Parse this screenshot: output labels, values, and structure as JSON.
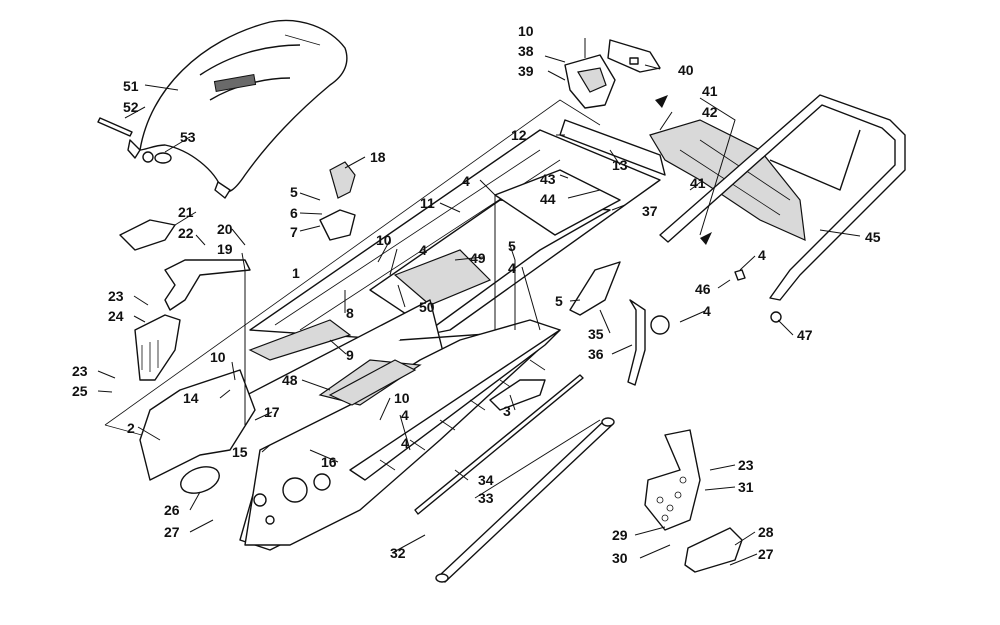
{
  "diagram": {
    "callouts": [
      {
        "id": "c1",
        "label": "1"
      },
      {
        "id": "c2",
        "label": "2"
      },
      {
        "id": "c3",
        "label": "3"
      },
      {
        "id": "c4a",
        "label": "4"
      },
      {
        "id": "c4b",
        "label": "4"
      },
      {
        "id": "c4c",
        "label": "4"
      },
      {
        "id": "c4d",
        "label": "4"
      },
      {
        "id": "c4e",
        "label": "4"
      },
      {
        "id": "c4f",
        "label": "4"
      },
      {
        "id": "c4g",
        "label": "4"
      },
      {
        "id": "c5a",
        "label": "5"
      },
      {
        "id": "c5b",
        "label": "5"
      },
      {
        "id": "c5c",
        "label": "5"
      },
      {
        "id": "c6",
        "label": "6"
      },
      {
        "id": "c7",
        "label": "7"
      },
      {
        "id": "c8",
        "label": "8"
      },
      {
        "id": "c9",
        "label": "9"
      },
      {
        "id": "c10a",
        "label": "10"
      },
      {
        "id": "c10b",
        "label": "10"
      },
      {
        "id": "c10c",
        "label": "10"
      },
      {
        "id": "c10d",
        "label": "10"
      },
      {
        "id": "c11",
        "label": "11"
      },
      {
        "id": "c12",
        "label": "12"
      },
      {
        "id": "c13",
        "label": "13"
      },
      {
        "id": "c14",
        "label": "14"
      },
      {
        "id": "c15",
        "label": "15"
      },
      {
        "id": "c16",
        "label": "16"
      },
      {
        "id": "c17",
        "label": "17"
      },
      {
        "id": "c18",
        "label": "18"
      },
      {
        "id": "c19",
        "label": "19"
      },
      {
        "id": "c20",
        "label": "20"
      },
      {
        "id": "c21",
        "label": "21"
      },
      {
        "id": "c22",
        "label": "22"
      },
      {
        "id": "c23a",
        "label": "23"
      },
      {
        "id": "c23b",
        "label": "23"
      },
      {
        "id": "c23c",
        "label": "23"
      },
      {
        "id": "c24",
        "label": "24"
      },
      {
        "id": "c25",
        "label": "25"
      },
      {
        "id": "c26",
        "label": "26"
      },
      {
        "id": "c27a",
        "label": "27"
      },
      {
        "id": "c27b",
        "label": "27"
      },
      {
        "id": "c28",
        "label": "28"
      },
      {
        "id": "c29",
        "label": "29"
      },
      {
        "id": "c30",
        "label": "30"
      },
      {
        "id": "c31",
        "label": "31"
      },
      {
        "id": "c32",
        "label": "32"
      },
      {
        "id": "c33",
        "label": "33"
      },
      {
        "id": "c34",
        "label": "34"
      },
      {
        "id": "c35",
        "label": "35"
      },
      {
        "id": "c36",
        "label": "36"
      },
      {
        "id": "c37",
        "label": "37"
      },
      {
        "id": "c38",
        "label": "38"
      },
      {
        "id": "c39",
        "label": "39"
      },
      {
        "id": "c40",
        "label": "40"
      },
      {
        "id": "c41a",
        "label": "41"
      },
      {
        "id": "c41b",
        "label": "41"
      },
      {
        "id": "c42",
        "label": "42"
      },
      {
        "id": "c43",
        "label": "43"
      },
      {
        "id": "c44",
        "label": "44"
      },
      {
        "id": "c45",
        "label": "45"
      },
      {
        "id": "c46",
        "label": "46"
      },
      {
        "id": "c47",
        "label": "47"
      },
      {
        "id": "c48",
        "label": "48"
      },
      {
        "id": "c49",
        "label": "49"
      },
      {
        "id": "c50",
        "label": "50"
      },
      {
        "id": "c51",
        "label": "51"
      },
      {
        "id": "c52",
        "label": "52"
      },
      {
        "id": "c53",
        "label": "53"
      }
    ]
  }
}
